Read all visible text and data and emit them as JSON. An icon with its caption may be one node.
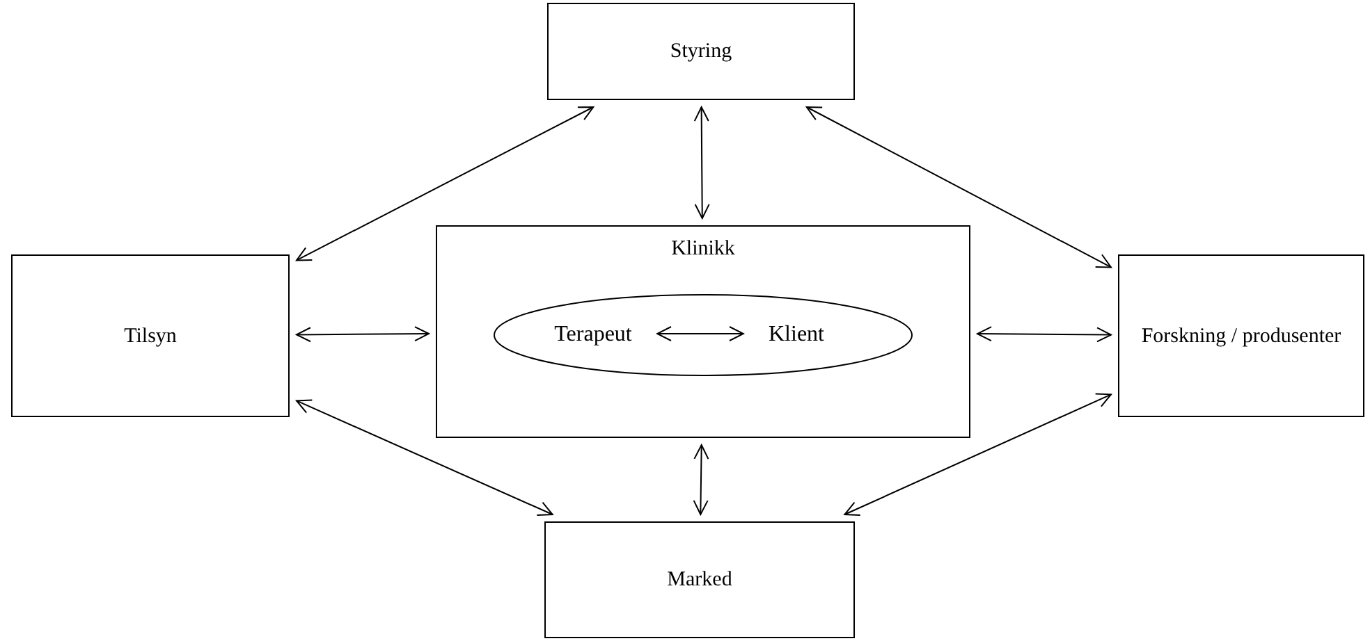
{
  "diagram": {
    "nodes": [
      {
        "text": [
          "Styring"
        ]
      },
      {
        "text": [
          "Tilsyn"
        ]
      },
      {
        "text": [
          "Klinikk"
        ]
      },
      {
        "text": [],
        "shape": "ellipse",
        "in": 2
      },
      {
        "text": [
          "Terapeut"
        ],
        "in": 3
      },
      {
        "text": [
          "Klient"
        ],
        "in": 3
      },
      {
        "text": [
          "Forskning / produsenter"
        ]
      },
      {
        "text": [
          "Marked"
        ]
      }
    ],
    "edges": [
      {
        "from": 0,
        "to": 1,
        "arrow": "both"
      },
      {
        "from": 0,
        "to": 2,
        "arrow": "both"
      },
      {
        "from": 0,
        "to": 6,
        "arrow": "both"
      },
      {
        "from": 1,
        "to": 2,
        "arrow": "both"
      },
      {
        "from": 4,
        "to": 5,
        "arrow": "both"
      },
      {
        "from": 2,
        "to": 6,
        "arrow": "both"
      },
      {
        "from": 2,
        "to": 7,
        "arrow": "both"
      },
      {
        "from": 1,
        "to": 7,
        "arrow": "both"
      },
      {
        "from": 6,
        "to": 7,
        "arrow": "both"
      }
    ]
  }
}
